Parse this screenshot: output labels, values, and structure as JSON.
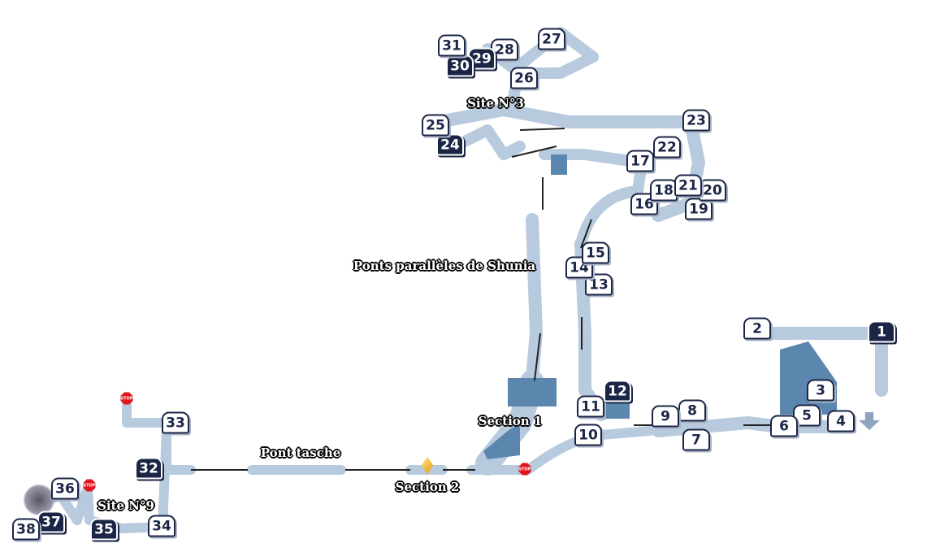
{
  "map": {
    "labels": {
      "site3": "Site N°3",
      "ponts": "Ponts parallèles de Shunia",
      "section1": "Section 1",
      "section2": "Section 2",
      "pont_tasche": "Pont tasche",
      "site9": "Site N°9"
    },
    "stop_text": "STOP",
    "chests": [
      {
        "n": "1",
        "variant": "dark"
      },
      {
        "n": "2",
        "variant": "light"
      },
      {
        "n": "3",
        "variant": "light"
      },
      {
        "n": "4",
        "variant": "light"
      },
      {
        "n": "5",
        "variant": "light"
      },
      {
        "n": "6",
        "variant": "light"
      },
      {
        "n": "7",
        "variant": "light"
      },
      {
        "n": "8",
        "variant": "light"
      },
      {
        "n": "9",
        "variant": "light"
      },
      {
        "n": "10",
        "variant": "light"
      },
      {
        "n": "11",
        "variant": "light"
      },
      {
        "n": "12",
        "variant": "dark"
      },
      {
        "n": "13",
        "variant": "light"
      },
      {
        "n": "14",
        "variant": "light"
      },
      {
        "n": "15",
        "variant": "light"
      },
      {
        "n": "16",
        "variant": "light"
      },
      {
        "n": "17",
        "variant": "light"
      },
      {
        "n": "18",
        "variant": "light"
      },
      {
        "n": "19",
        "variant": "light"
      },
      {
        "n": "20",
        "variant": "light"
      },
      {
        "n": "21",
        "variant": "light"
      },
      {
        "n": "22",
        "variant": "light"
      },
      {
        "n": "23",
        "variant": "light"
      },
      {
        "n": "24",
        "variant": "dark"
      },
      {
        "n": "25",
        "variant": "light"
      },
      {
        "n": "26",
        "variant": "light"
      },
      {
        "n": "27",
        "variant": "light"
      },
      {
        "n": "28",
        "variant": "light"
      },
      {
        "n": "29",
        "variant": "dark"
      },
      {
        "n": "30",
        "variant": "dark"
      },
      {
        "n": "31",
        "variant": "light"
      },
      {
        "n": "32",
        "variant": "dark"
      },
      {
        "n": "33",
        "variant": "light"
      },
      {
        "n": "34",
        "variant": "light"
      },
      {
        "n": "35",
        "variant": "dark"
      },
      {
        "n": "36",
        "variant": "light"
      },
      {
        "n": "37",
        "variant": "dark"
      },
      {
        "n": "38",
        "variant": "light"
      }
    ],
    "colors": {
      "path": "#b8cade",
      "water": "#5b86ad",
      "chest_dark": "#1b2546",
      "stop": "#e0141b"
    }
  }
}
